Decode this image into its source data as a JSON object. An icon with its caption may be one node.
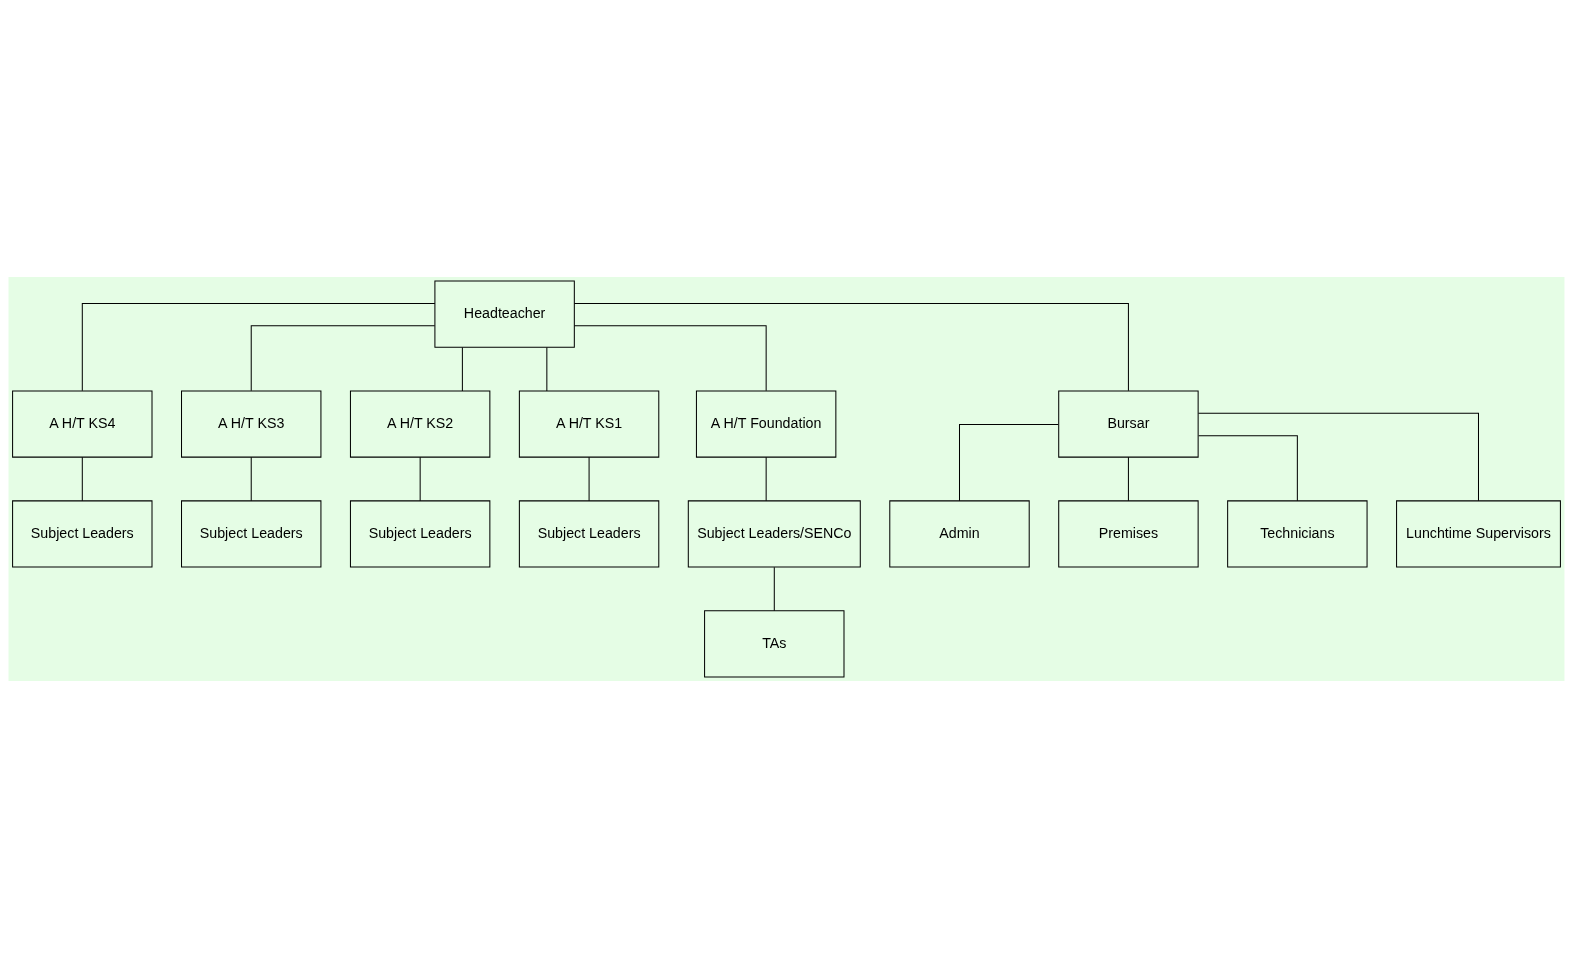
{
  "diagram": {
    "nodes": [
      {
        "text": [
          "Headteacher"
        ]
      },
      {
        "text": [
          "A H/T KS4"
        ]
      },
      {
        "text": [
          "A H/T KS3"
        ]
      },
      {
        "text": [
          "A H/T KS2"
        ]
      },
      {
        "text": [
          "A H/T KS1"
        ]
      },
      {
        "text": [
          "A H/T Foundation"
        ]
      },
      {
        "text": [
          "Bursar"
        ]
      },
      {
        "text": [
          "Subject Leaders"
        ]
      },
      {
        "text": [
          "Subject Leaders"
        ]
      },
      {
        "text": [
          "Subject Leaders"
        ]
      },
      {
        "text": [
          "Subject Leaders"
        ]
      },
      {
        "text": [
          "Subject Leaders/SENCo"
        ]
      },
      {
        "text": [
          "TAs"
        ]
      },
      {
        "text": [
          "Admin"
        ]
      },
      {
        "text": [
          "Premises"
        ]
      },
      {
        "text": [
          "Technicians"
        ]
      },
      {
        "text": [
          "Lunchtime Supervisors"
        ]
      }
    ],
    "edges": [
      {
        "from": 0,
        "to": 1,
        "arrow": "none"
      },
      {
        "from": 0,
        "to": 2,
        "arrow": "none"
      },
      {
        "from": 0,
        "to": 3,
        "arrow": "none"
      },
      {
        "from": 0,
        "to": 4,
        "arrow": "none"
      },
      {
        "from": 0,
        "to": 5,
        "arrow": "none"
      },
      {
        "from": 0,
        "to": 6,
        "arrow": "none"
      },
      {
        "from": 1,
        "to": 7,
        "arrow": "none"
      },
      {
        "from": 2,
        "to": 8,
        "arrow": "none"
      },
      {
        "from": 3,
        "to": 9,
        "arrow": "none"
      },
      {
        "from": 4,
        "to": 10,
        "arrow": "none"
      },
      {
        "from": 5,
        "to": 11,
        "arrow": "none"
      },
      {
        "from": 11,
        "to": 12,
        "arrow": "none"
      },
      {
        "from": 6,
        "to": 13,
        "arrow": "none"
      },
      {
        "from": 6,
        "to": 14,
        "arrow": "none"
      },
      {
        "from": 6,
        "to": 15,
        "arrow": "none"
      },
      {
        "from": 6,
        "to": 16,
        "arrow": "none"
      }
    ]
  }
}
